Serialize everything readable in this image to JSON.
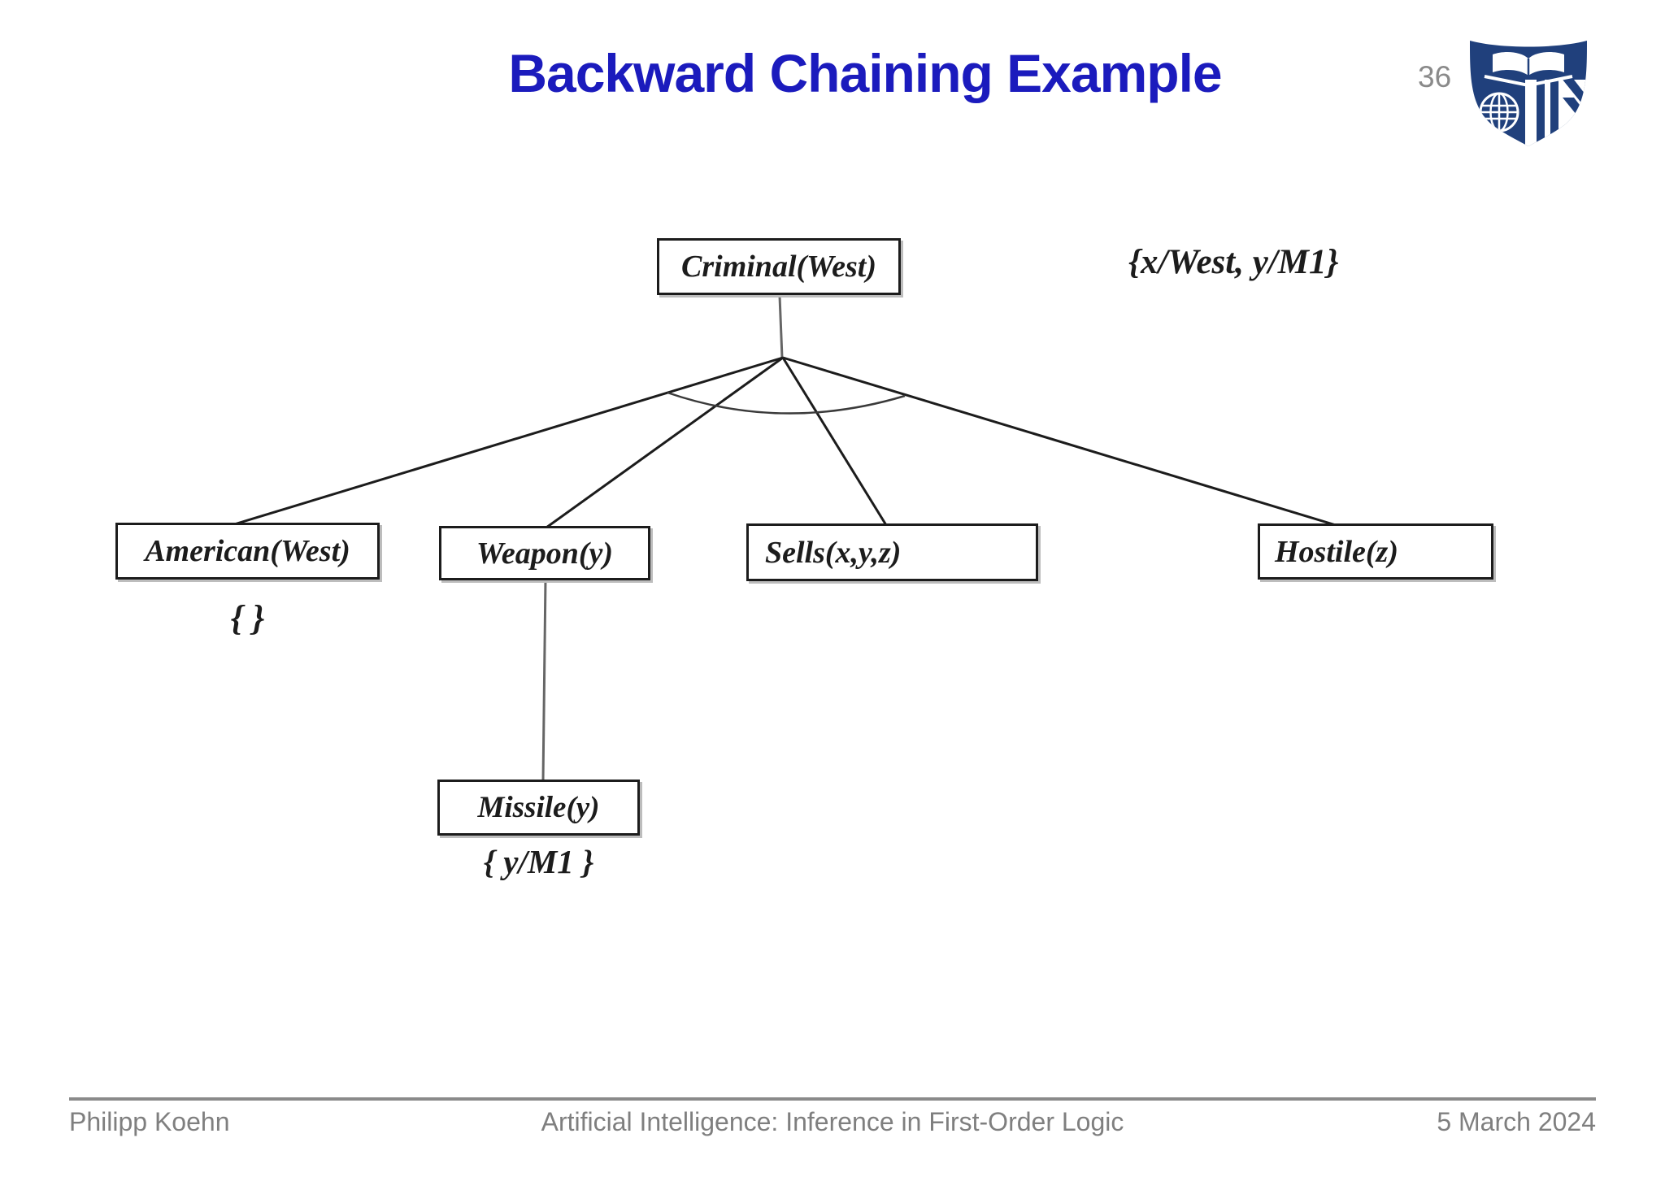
{
  "slide": {
    "title": "Backward Chaining Example",
    "page_number": "36",
    "title_color": "#1b1bbd"
  },
  "icons": {
    "logo": "jhu-shield"
  },
  "diagram": {
    "nodes": {
      "criminal": {
        "label": "Criminal(West)"
      },
      "american": {
        "label": "American(West)"
      },
      "weapon": {
        "label": "Weapon(y)"
      },
      "sells": {
        "label": "Sells(x,y,z)"
      },
      "hostile": {
        "label": "Hostile(z)"
      },
      "missile": {
        "label": "Missile(y)"
      }
    },
    "substitutions": {
      "main": "{x/West, y/M1}",
      "american": "{ }",
      "missile": "{ y/M1 }"
    },
    "line_color": "#1c1c1c",
    "logo_blue": "#20407c"
  },
  "footer": {
    "author": "Philipp Koehn",
    "course": "Artificial Intelligence: Inference in First-Order Logic",
    "date": "5 March 2024",
    "text_color": "#7f7f7f"
  }
}
